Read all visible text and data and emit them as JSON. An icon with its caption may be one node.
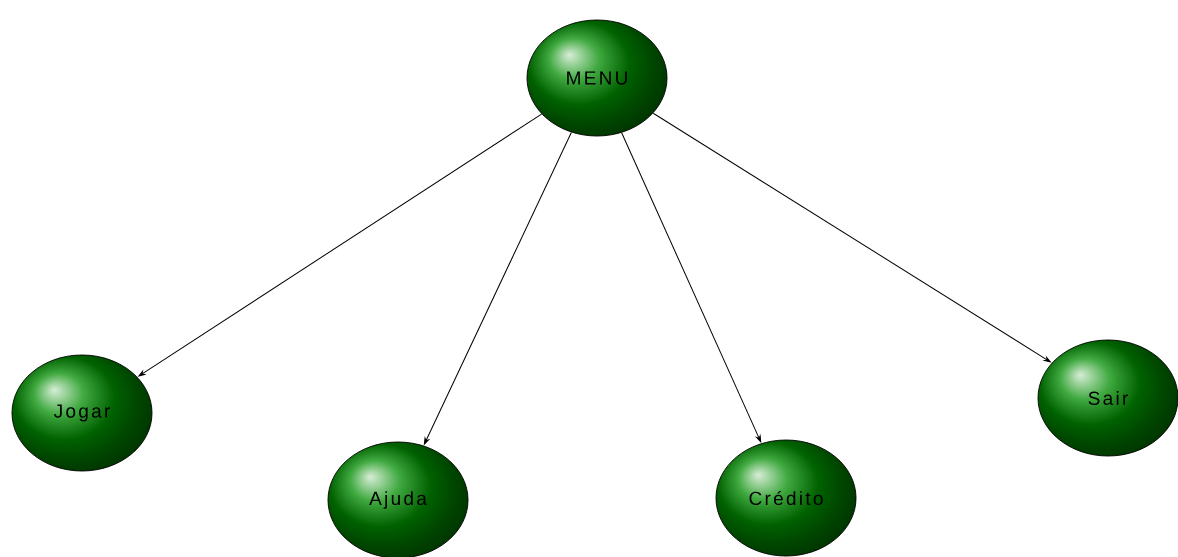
{
  "diagram": {
    "nodes": [
      {
        "text": [
          "MENU"
        ]
      },
      {
        "text": [
          "Jogar"
        ]
      },
      {
        "text": [
          "Ajuda"
        ]
      },
      {
        "text": [
          "Crédito"
        ]
      },
      {
        "text": [
          "Sair"
        ]
      }
    ],
    "edges": [
      {
        "from": 0,
        "to": 1,
        "arrow": "to"
      },
      {
        "from": 0,
        "to": 2,
        "arrow": "to"
      },
      {
        "from": 0,
        "to": 3,
        "arrow": "to"
      },
      {
        "from": 0,
        "to": 4,
        "arrow": "to"
      }
    ]
  }
}
